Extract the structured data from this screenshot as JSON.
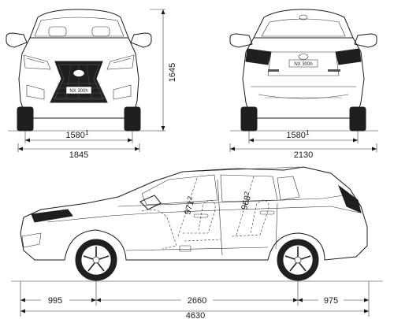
{
  "front_view": {
    "badge": "NX 300h",
    "track": "1580",
    "track_mark": "1",
    "width": "1845",
    "height": "1645"
  },
  "rear_view": {
    "badge": "NX 300h",
    "track": "1580",
    "track_mark": "1",
    "width_with_mirrors": "2130"
  },
  "side_view": {
    "front_overhang": "995",
    "wheelbase": "2660",
    "rear_overhang": "975",
    "length": "4630",
    "front_headroom": "971",
    "front_headroom_mark": "2",
    "rear_headroom": "968",
    "rear_headroom_mark": "2"
  }
}
